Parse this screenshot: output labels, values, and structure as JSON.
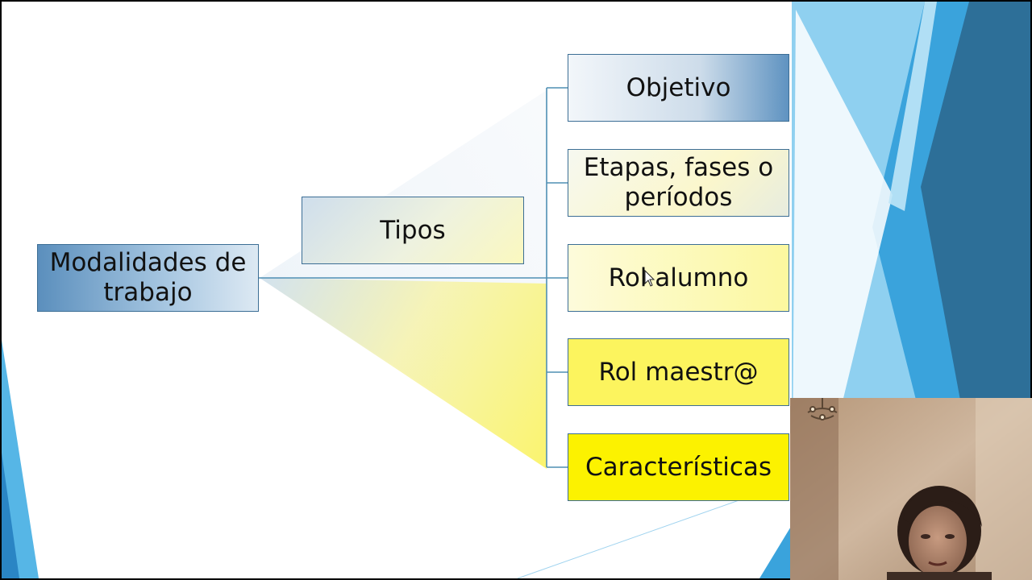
{
  "diagram": {
    "root": {
      "lines": [
        "Modalidades de",
        "trabajo"
      ]
    },
    "branch": {
      "label": "Tipos"
    },
    "leaves": [
      {
        "lines": [
          "Objetivo"
        ]
      },
      {
        "lines": [
          "Etapas, fases o",
          "períodos"
        ]
      },
      {
        "lines": [
          "Rol alumno"
        ]
      },
      {
        "lines": [
          "Rol maestr@"
        ]
      },
      {
        "lines": [
          "Características"
        ]
      }
    ]
  },
  "colors": {
    "connector": "#4f8fb4",
    "accent_blue": "#3aa3dc",
    "accent_yellow": "#fcf200"
  }
}
